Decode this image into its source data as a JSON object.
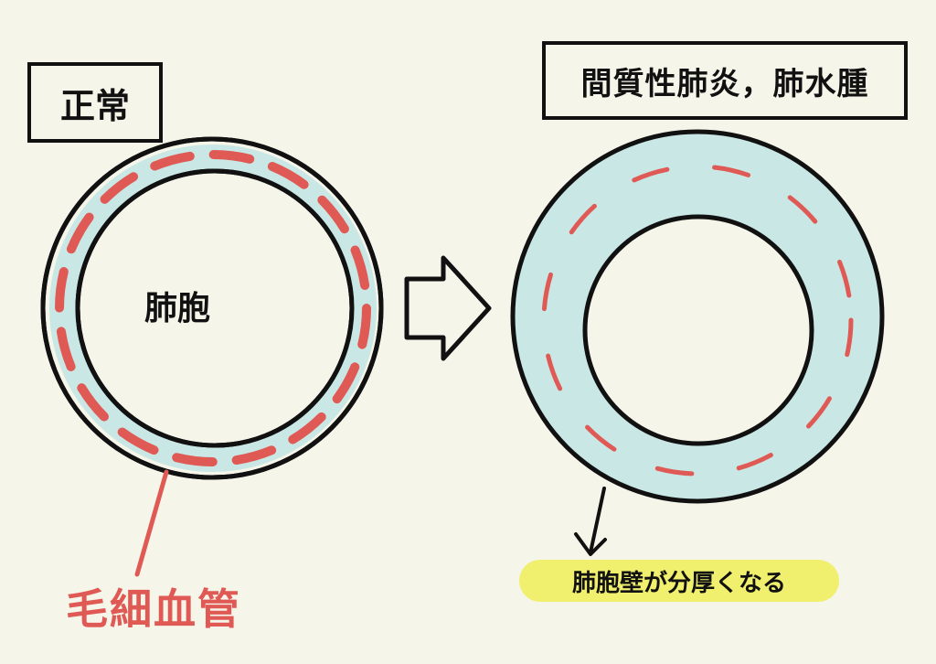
{
  "labels": {
    "normal": "正常",
    "disease": "間質性肺炎，肺水腫",
    "alveolus": "肺胞",
    "capillary": "毛細血管",
    "wall_thickening": "肺胞壁が分厚くなる"
  },
  "colors": {
    "background": "#f6f5ea",
    "wall_fill": "#c9e7e5",
    "capillary": "#e05a55",
    "outline": "#111111",
    "highlight": "#f0ef6e"
  }
}
